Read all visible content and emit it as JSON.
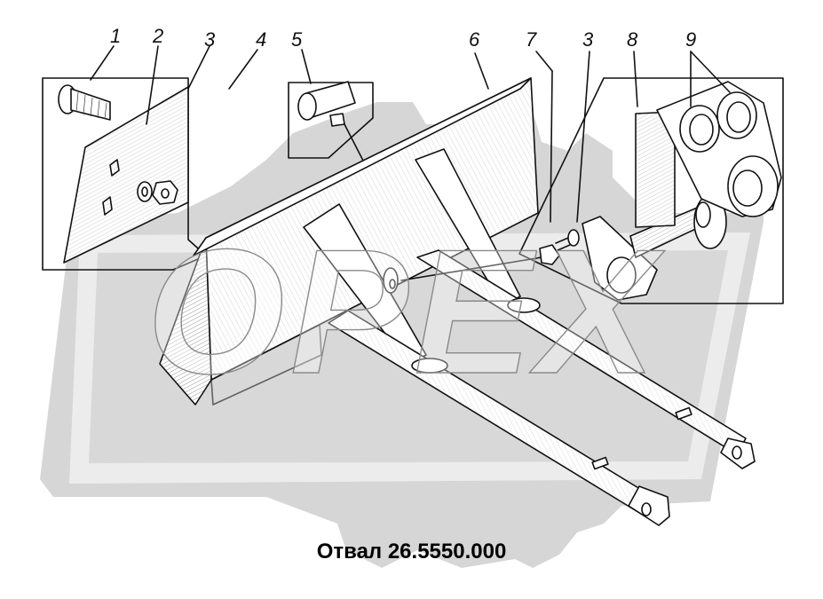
{
  "diagram": {
    "caption": "Отвал 26.5550.000",
    "watermark": {
      "text": "ОРЕХ",
      "color": "#d4d4d4",
      "shape": "gear-icon"
    },
    "callouts": [
      {
        "id": "c1",
        "label": "1",
        "part": "bolt"
      },
      {
        "id": "c2",
        "label": "2",
        "part": "blade-plate"
      },
      {
        "id": "c3a",
        "label": "3",
        "part": "washer"
      },
      {
        "id": "c4",
        "label": "4",
        "part": "nut"
      },
      {
        "id": "c5",
        "label": "5",
        "part": "pin"
      },
      {
        "id": "c6",
        "label": "6",
        "part": "blade-frame"
      },
      {
        "id": "c7",
        "label": "7",
        "part": "bolt"
      },
      {
        "id": "c3b",
        "label": "3",
        "part": "washer"
      },
      {
        "id": "c8",
        "label": "8",
        "part": "axle-pin"
      },
      {
        "id": "c9",
        "label": "9",
        "part": "bushings"
      }
    ]
  }
}
